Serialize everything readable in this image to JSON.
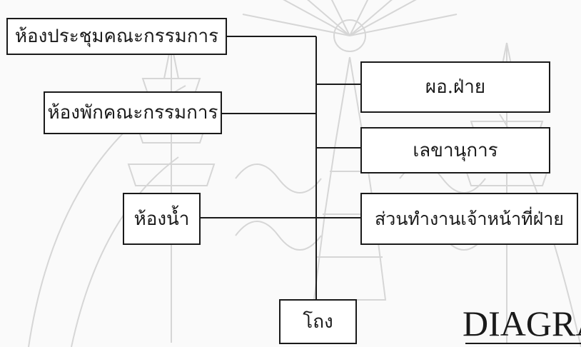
{
  "rooms": {
    "meeting": "ห้องประชุมคณะกรรมการ",
    "lounge": "ห้องพักคณะกรรมการ",
    "toilet": "ห้องน้ำ",
    "director": "ผอ.ฝ่าย",
    "secretary": "เลขานุการ",
    "staff": "ส่วนทำงานเจ้าหน้าที่ฝ่าย",
    "hall": "โถง"
  },
  "corner_title": "DIAGRA",
  "watermark": {
    "icon": "royal-emblem-watermark",
    "color": "#d9d9d9"
  }
}
